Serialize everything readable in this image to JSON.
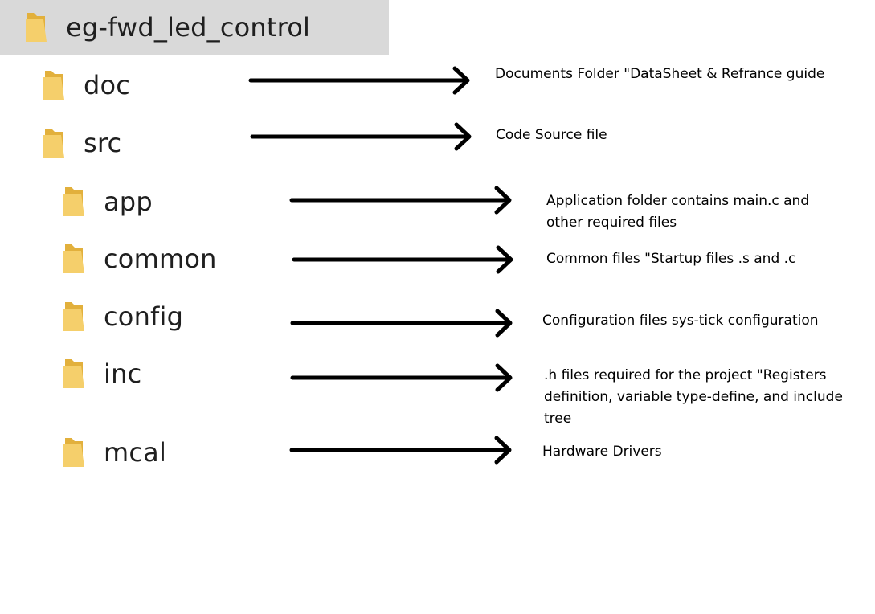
{
  "tree": {
    "root": {
      "label": "eg-fwd_led_control",
      "icon": "folder-icon"
    },
    "items": [
      {
        "label": "doc",
        "icon": "folder-icon",
        "description": "Documents Folder \"DataSheet & Refrance guide"
      },
      {
        "label": "src",
        "icon": "folder-icon",
        "description": "Code Source file"
      },
      {
        "label": "app",
        "icon": "folder-icon",
        "description": "Application folder contains main.c and\nother required files"
      },
      {
        "label": "common",
        "icon": "folder-icon",
        "description": "Common files \"Startup files .s and .c"
      },
      {
        "label": "config",
        "icon": "folder-icon",
        "description": "Configuration files sys-tick configuration"
      },
      {
        "label": "inc",
        "icon": "folder-icon",
        "description": ".h files required for the project \"Registers\ndefinition, variable type-define, and include\ntree"
      },
      {
        "label": "mcal",
        "icon": "folder-icon",
        "description": "Hardware Drivers"
      }
    ]
  },
  "colors": {
    "root_highlight": "#d9d9d9",
    "folder_body": "#f5cf6b",
    "folder_back": "#e2b03c",
    "arrow": "#000000"
  }
}
